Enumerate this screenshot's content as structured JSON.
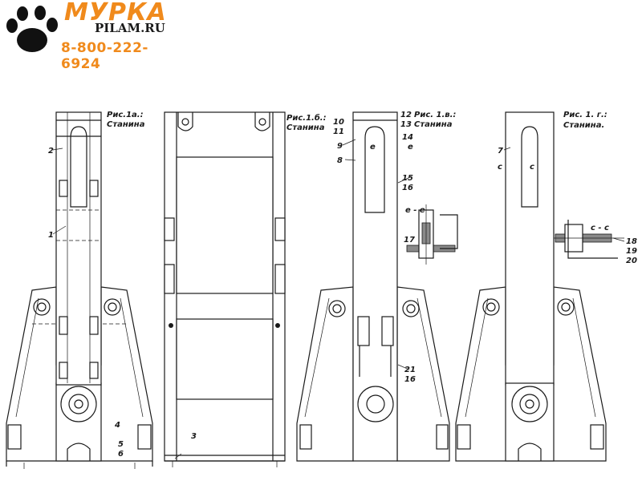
{
  "logo": {
    "name": "МУРКА",
    "site": "PILAM.RU",
    "phone": "8-800-222-6924"
  },
  "figures": [
    {
      "caption_line1": "Рис.1а.:",
      "caption_line2": "Станина",
      "callouts": [
        "1",
        "2",
        "4",
        "5",
        "6"
      ]
    },
    {
      "caption_line1": "Рис.1.б.:",
      "caption_line2": "Станина",
      "callouts": [
        "3"
      ]
    },
    {
      "caption_line1": "Рис. 1.в.:",
      "caption_line2": "Станина",
      "callouts": [
        "8",
        "9",
        "10",
        "11",
        "12",
        "13",
        "14",
        "15",
        "16",
        "17",
        "21",
        "16"
      ],
      "section_label": "е - е",
      "section_marks": [
        "е",
        "е"
      ]
    },
    {
      "caption_line1": "Рис. 1. г.:",
      "caption_line2": "Станина.",
      "callouts": [
        "7",
        "18",
        "19",
        "20"
      ],
      "section_label": "с - с",
      "section_marks": [
        "с",
        "с"
      ]
    }
  ]
}
